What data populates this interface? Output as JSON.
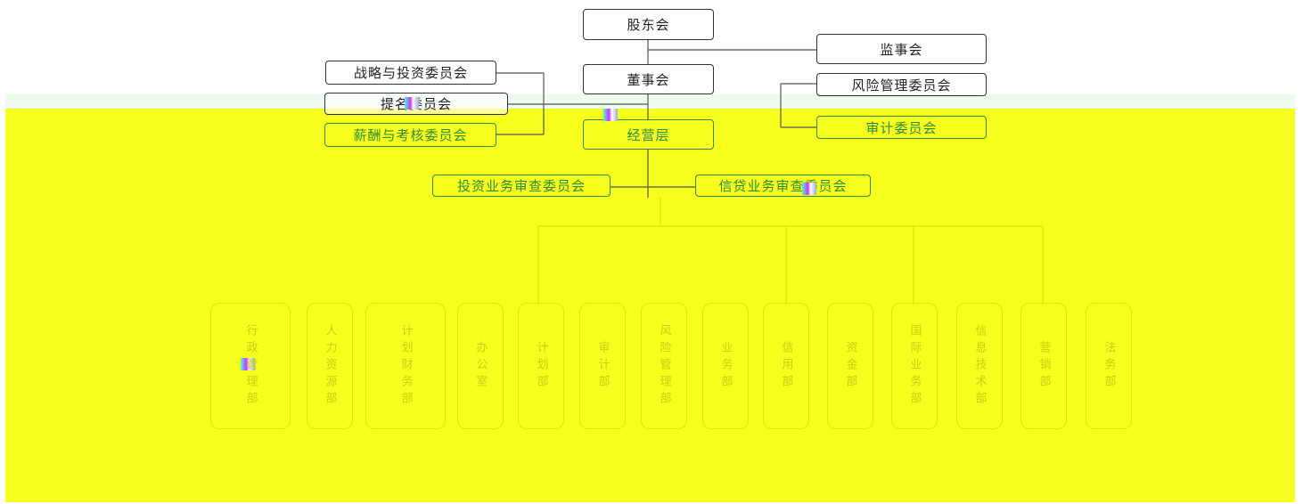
{
  "org": {
    "shareholders": "股东会",
    "supervisory": "监事会",
    "board": "董事会",
    "management": "经营层",
    "board_committees": {
      "strategy": "战略与投资委员会",
      "nomination": "提名委员会",
      "compensation": "薪酬与考核委员会",
      "risk": "风险管理委员会",
      "audit": "审计委员会"
    },
    "mgmt_committees": {
      "investment_review": "投资业务审查委员会",
      "credit_review": "信贷业务审查委员会"
    },
    "departments": [
      "行政管理部",
      "人力资源部",
      "计划财务部",
      "办公室",
      "计划部",
      "审计部",
      "风险管理部",
      "业务部",
      "信用部",
      "资金部",
      "国际业务部",
      "信息技术部",
      "营销部",
      "法务部"
    ]
  },
  "colors": {
    "background_band": "#f6ff1e",
    "committee_text_on_yellow": "#2e8b3a",
    "box_border": "#333333"
  }
}
